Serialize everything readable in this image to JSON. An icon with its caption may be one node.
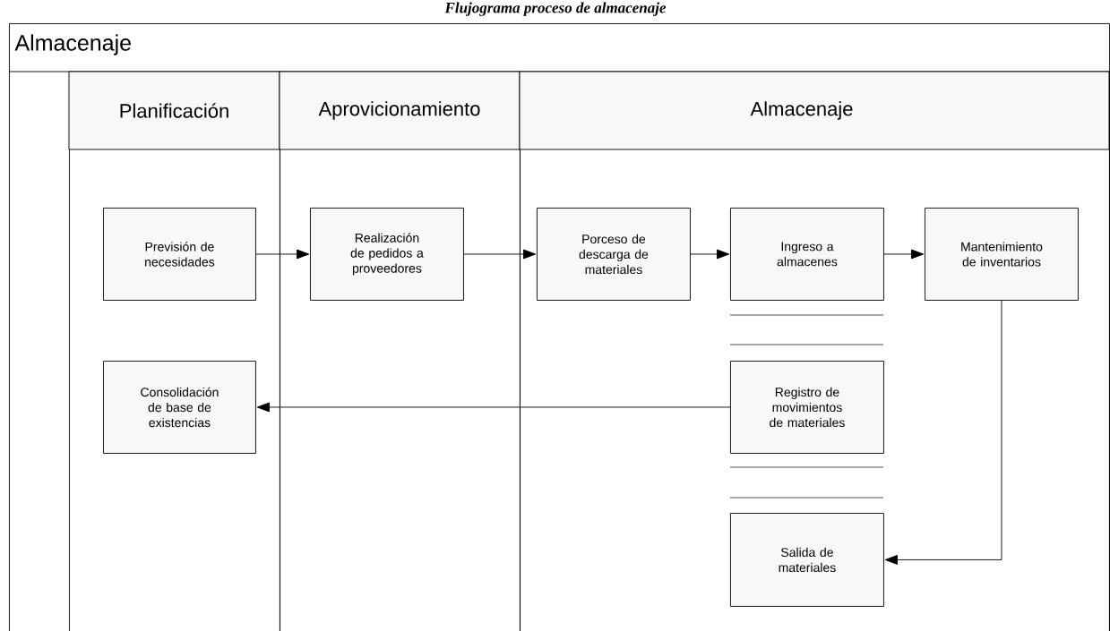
{
  "diagram": {
    "title": "Flujograma proceso de almacenaje",
    "nodes": [
      {
        "text": [
          "Almacenaje"
        ]
      },
      {
        "text": [
          "Planificación"
        ],
        "in": 0
      },
      {
        "text": [
          "Aprovicionamiento"
        ],
        "in": 0
      },
      {
        "text": [
          "Almacenaje"
        ],
        "in": 0
      },
      {
        "text": [
          "Previsión de necesidades"
        ],
        "in": 1
      },
      {
        "text": [
          "Realización de pedidos a proveedores"
        ],
        "in": 2
      },
      {
        "text": [
          "Porceso de descarga de materiales"
        ],
        "in": 3
      },
      {
        "text": [
          "Ingreso a almacenes"
        ],
        "in": 3
      },
      {
        "text": [
          "Mantenimiento de inventarios"
        ],
        "in": 3
      },
      {
        "text": [
          "Consolidación de base de existencias"
        ],
        "in": 1
      },
      {
        "text": [
          "Registro de movimientos de materiales"
        ],
        "in": 3
      },
      {
        "text": [
          "Salida de materiales"
        ],
        "in": 3
      }
    ],
    "edges": [
      {
        "from": 4,
        "to": 5,
        "arrow": "to"
      },
      {
        "from": 5,
        "to": 6,
        "arrow": "to"
      },
      {
        "from": 6,
        "to": 7,
        "arrow": "to"
      },
      {
        "from": 7,
        "to": 8,
        "arrow": "to"
      },
      {
        "from": 10,
        "to": 9,
        "arrow": "to"
      },
      {
        "from": 8,
        "to": 11,
        "arrow": "to"
      }
    ]
  }
}
